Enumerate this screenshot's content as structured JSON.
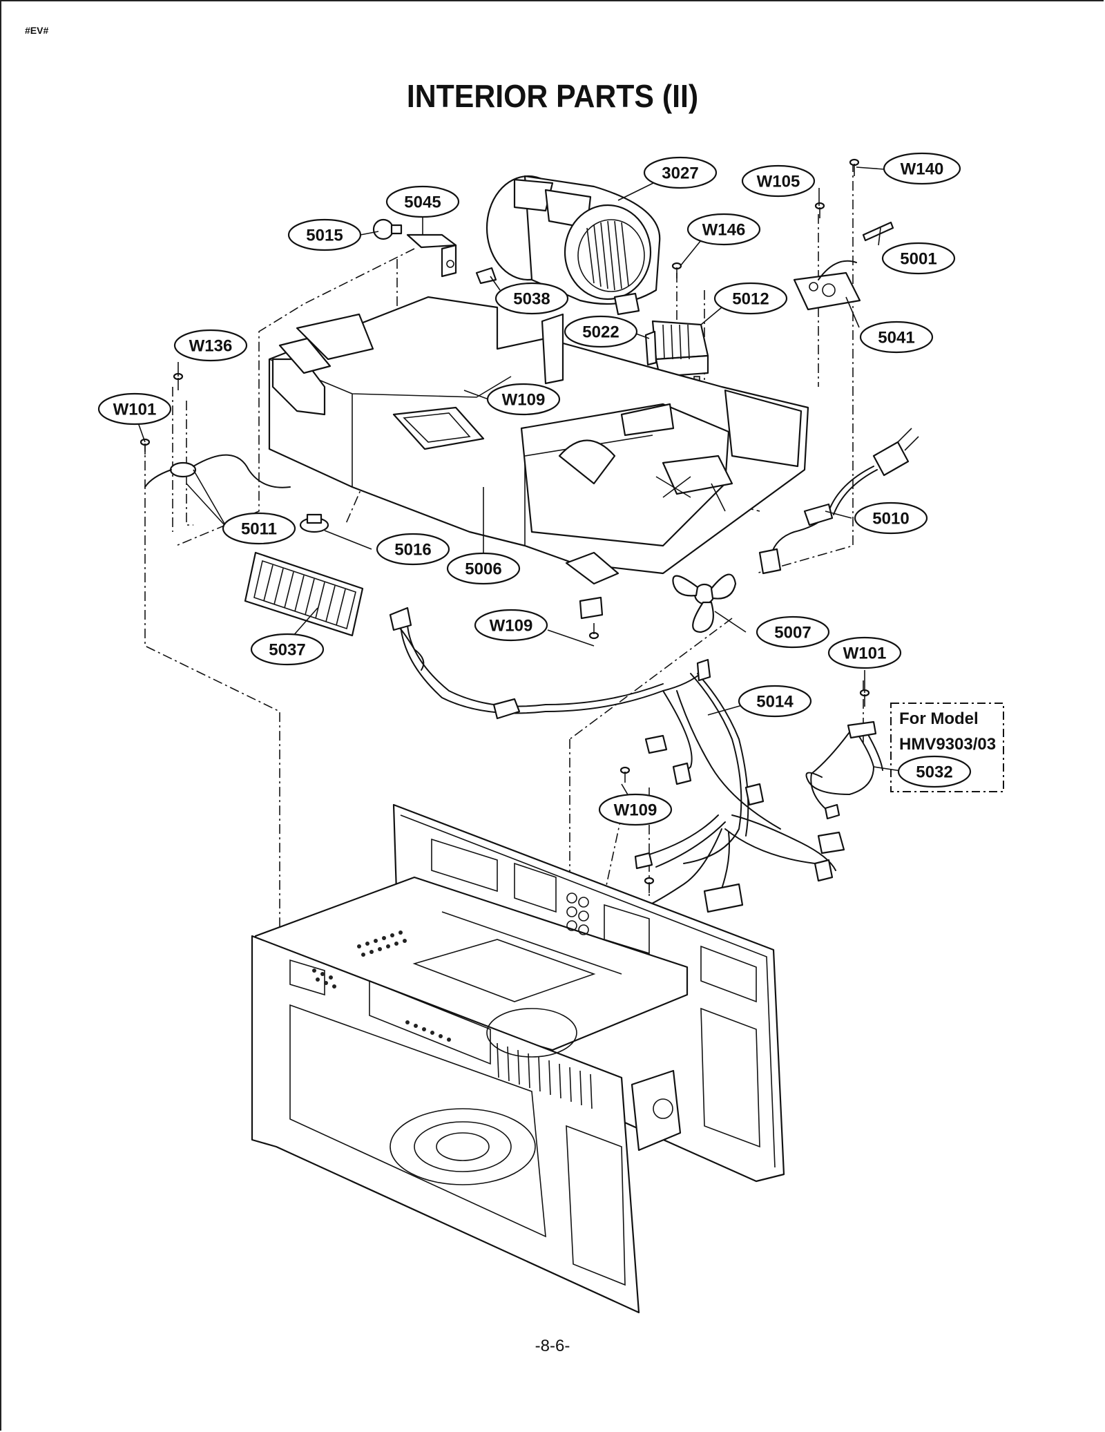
{
  "header": {
    "doc_code": "#EV#",
    "title": "INTERIOR PARTS (II)"
  },
  "footer": {
    "page_number": "-8-6-"
  },
  "callouts": [
    {
      "label": "3027"
    },
    {
      "label": "W105"
    },
    {
      "label": "W140"
    },
    {
      "label": "5045"
    },
    {
      "label": "5015"
    },
    {
      "label": "W146"
    },
    {
      "label": "5001"
    },
    {
      "label": "5038"
    },
    {
      "label": "5012"
    },
    {
      "label": "5022"
    },
    {
      "label": "5041"
    },
    {
      "label": "W136"
    },
    {
      "label": "W109"
    },
    {
      "label": "W101"
    },
    {
      "label": "5010"
    },
    {
      "label": "5011"
    },
    {
      "label": "5016"
    },
    {
      "label": "5006"
    },
    {
      "label": "W109"
    },
    {
      "label": "5007"
    },
    {
      "label": "5037"
    },
    {
      "label": "W101"
    },
    {
      "label": "5014"
    },
    {
      "label": "5032"
    },
    {
      "label": "W109"
    }
  ],
  "model_note": {
    "line1": "For Model",
    "line2": "HMV9303/03"
  }
}
